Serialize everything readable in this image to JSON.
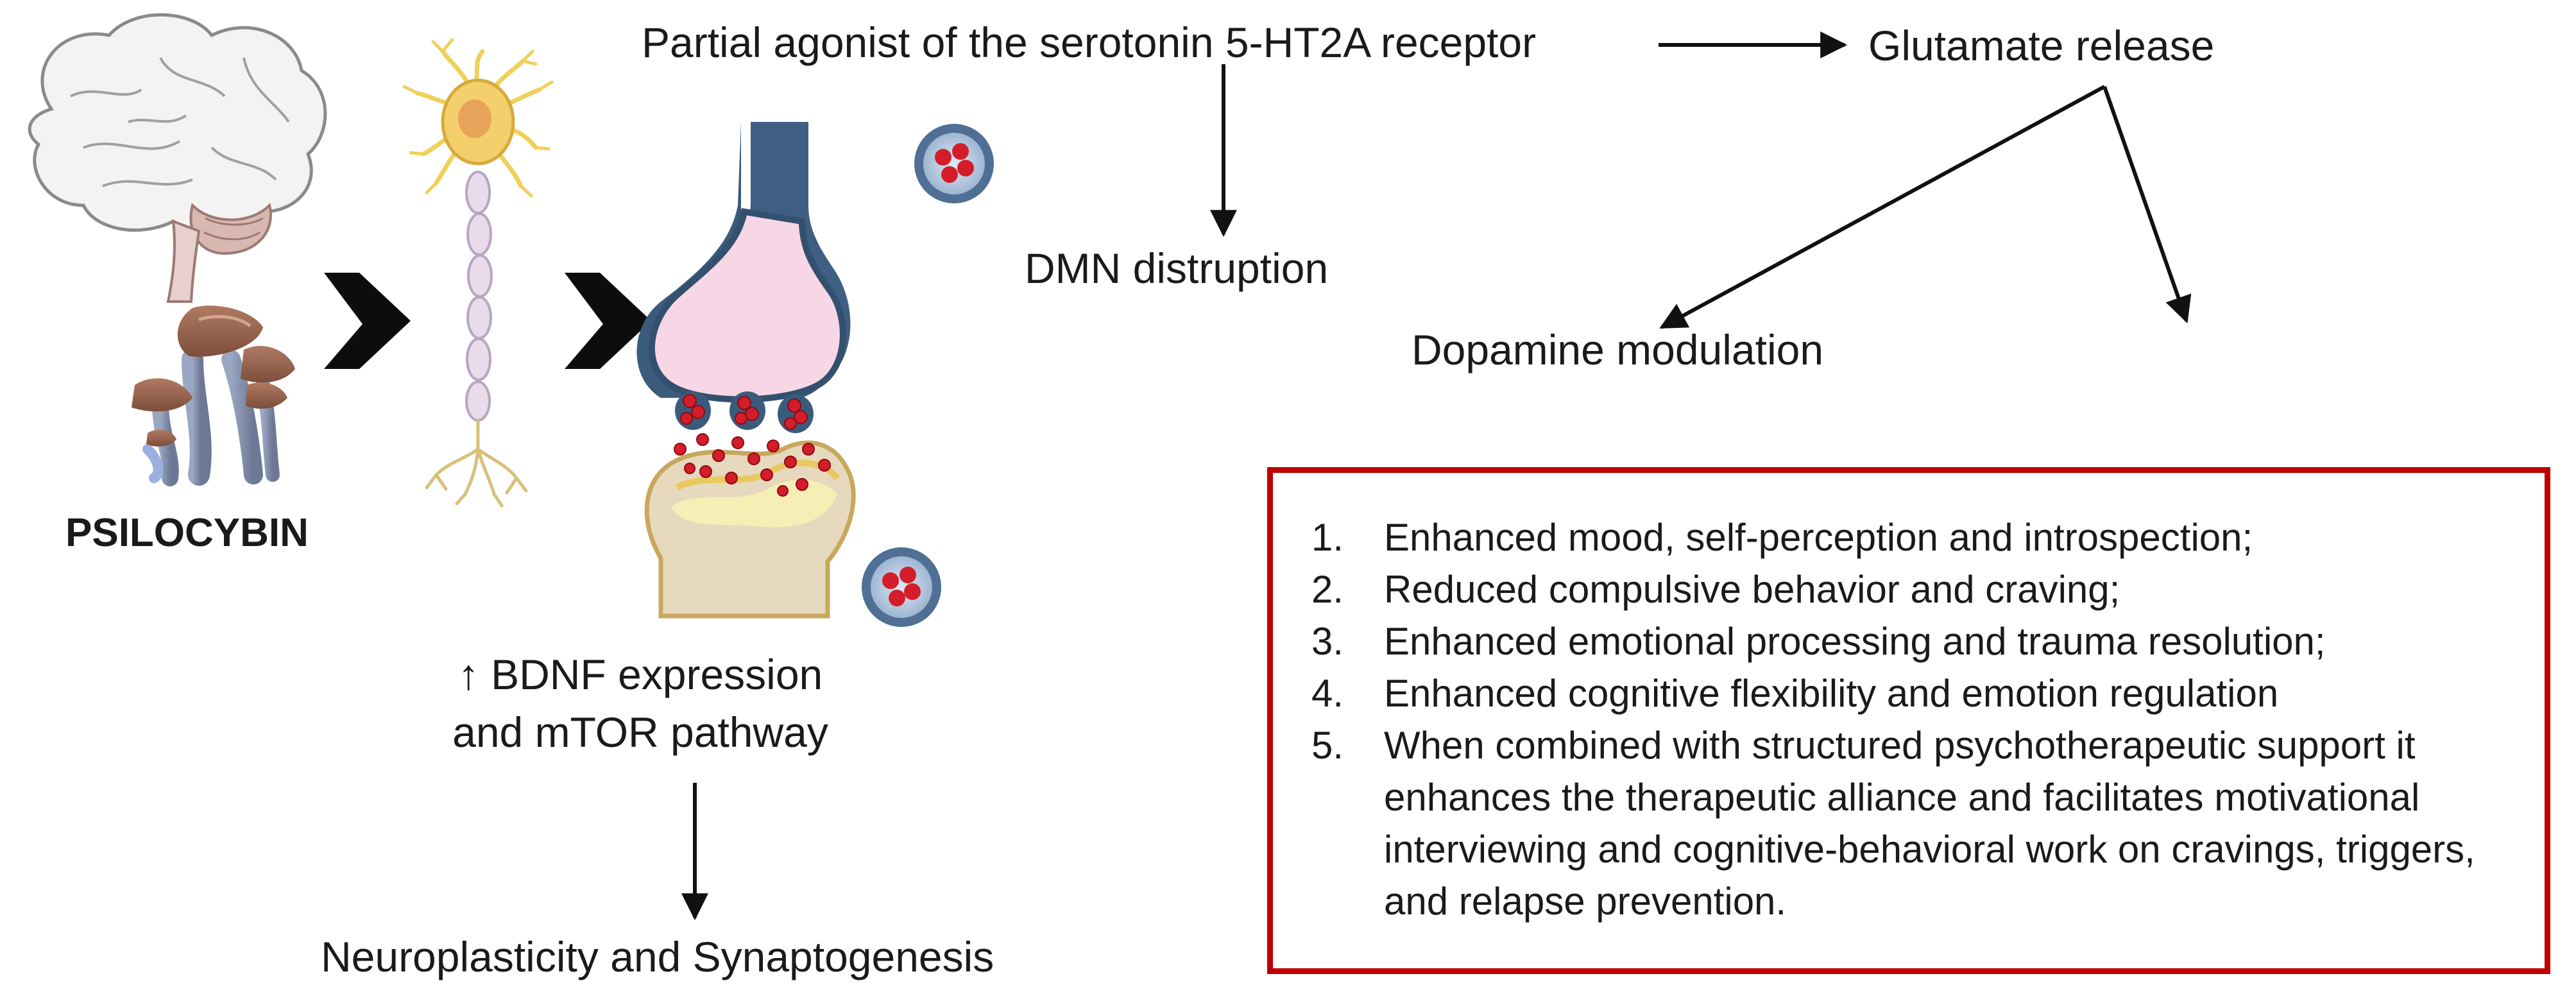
{
  "source": {
    "label": "PSILOCYBIN",
    "icons": [
      "brain-icon",
      "mushroom-cluster-icon"
    ]
  },
  "mechanism": {
    "receptor_label": "Partial agonist of the serotonin 5-HT2A receptor",
    "glutamate_label": "Glutamate release",
    "dmn_label": "DMN distruption",
    "dopamine_label": "Dopamine modulation",
    "bdnf_line1": "↑ BDNF expression",
    "bdnf_line2": "and mTOR pathway",
    "neuroplasticity_label": "Neuroplasticity and Synaptogenesis"
  },
  "illustrations": [
    "neuron-icon",
    "synapse-icon",
    "vesicle-icon"
  ],
  "effects": {
    "border_color": "#c00000",
    "items": [
      {
        "num": "1.",
        "text": "Enhanced mood, self-perception and introspection;"
      },
      {
        "num": "2.",
        "text": "Reduced compulsive behavior and craving;"
      },
      {
        "num": "3.",
        "text": "Enhanced emotional processing and trauma resolution;"
      },
      {
        "num": "4.",
        "text": "Enhanced cognitive flexibility and emotion regulation"
      },
      {
        "num": "5.",
        "text": "When combined with structured psychotherapeutic support it enhances the therapeutic alliance and facilitates motivational interviewing and cognitive-behavioral work on cravings, triggers, and relapse prevention."
      }
    ]
  }
}
